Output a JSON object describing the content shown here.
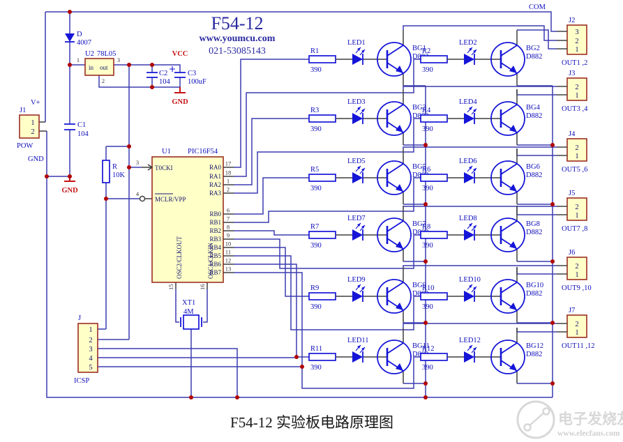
{
  "title_block": {
    "title": "F54-12",
    "website": "www.youmcu.com",
    "phone": "021-53085143"
  },
  "caption": "F54-12 实验板电路原理图",
  "watermark": {
    "name": "电子发烧友",
    "url": "www.elecfans.com"
  },
  "com_label": "COM",
  "colors": {
    "wire_blue": "#3b3bb0",
    "component_blue": "#1515d8",
    "part_fill_yellow": "#ffffc8",
    "part_stroke_brown": "#9b2d21",
    "junction_red": "#b00000",
    "net_label_red": "#c41414",
    "label_blue": "#0d0dbb",
    "watermark_gray": "#d8d8d8"
  },
  "power": {
    "vplus": "V+",
    "gnd": "GND",
    "vcc": "VCC",
    "plus": "+",
    "diode": {
      "ref": "D",
      "value": "4007"
    },
    "regulator": {
      "ref": "U2",
      "part": "78L05",
      "pin_in": "in",
      "pin_out": "out",
      "pins": [
        "1",
        "2",
        "3"
      ]
    },
    "c1": {
      "ref": "C1",
      "value": "104"
    },
    "c2": {
      "ref": "C2",
      "value": "104"
    },
    "c3": {
      "ref": "C3",
      "value": "100uF"
    },
    "j1": {
      "ref": "J1",
      "label": "POW",
      "pins": [
        "1",
        "2"
      ]
    },
    "r_pullup": {
      "ref": "R",
      "value": "10K"
    }
  },
  "mcu": {
    "ref": "U1",
    "part": "PIC16F54",
    "left_pins": [
      {
        "num": "3",
        "name": "T0CKI"
      },
      {
        "num": "4",
        "name": "MCLR/VPP"
      }
    ],
    "right_pins": [
      {
        "name": "RA0",
        "num": "17"
      },
      {
        "name": "RA1",
        "num": "18"
      },
      {
        "name": "RA2",
        "num": "1"
      },
      {
        "name": "RA3",
        "num": "2"
      },
      {
        "name": "RB0",
        "num": "6"
      },
      {
        "name": "RB1",
        "num": "7"
      },
      {
        "name": "RB2",
        "num": "8"
      },
      {
        "name": "RB3",
        "num": "9"
      },
      {
        "name": "RB4",
        "num": "10"
      },
      {
        "name": "RB5",
        "num": "11"
      },
      {
        "name": "RB6",
        "num": "12"
      },
      {
        "name": "RB7",
        "num": "13"
      }
    ],
    "bottom_pins": [
      {
        "num": "15",
        "name": "OSC2/CLKOUT"
      },
      {
        "num": "16",
        "name": "OSC1/CLKIN"
      }
    ]
  },
  "crystal": {
    "ref": "XT1",
    "value": "4M"
  },
  "icsp": {
    "ref": "J",
    "label": "ICSP",
    "pins": [
      "1",
      "2",
      "3",
      "4",
      "5"
    ]
  },
  "drivers": [
    {
      "r": "R1",
      "r_value": "390",
      "led": "LED1",
      "bg": "BG1",
      "part": "D882"
    },
    {
      "r": "R2",
      "r_value": "390",
      "led": "LED2",
      "bg": "BG2",
      "part": "D882"
    },
    {
      "r": "R3",
      "r_value": "390",
      "led": "LED3",
      "bg": "BG3",
      "part": "D882"
    },
    {
      "r": "R4",
      "r_value": "390",
      "led": "LED4",
      "bg": "BG4",
      "part": "D882"
    },
    {
      "r": "R5",
      "r_value": "390",
      "led": "LED5",
      "bg": "BG5",
      "part": "D882"
    },
    {
      "r": "R6",
      "r_value": "390",
      "led": "LED6",
      "bg": "BG6",
      "part": "D882"
    },
    {
      "r": "R7",
      "r_value": "390",
      "led": "LED7",
      "bg": "BG7",
      "part": "D882"
    },
    {
      "r": "R8",
      "r_value": "390",
      "led": "LED8",
      "bg": "BG8",
      "part": "D882"
    },
    {
      "r": "R9",
      "r_value": "390",
      "led": "LED9",
      "bg": "BG9",
      "part": "D882"
    },
    {
      "r": "R10",
      "r_value": "390",
      "led": "LED10",
      "bg": "BG10",
      "part": "D882"
    },
    {
      "r": "R11",
      "r_value": "390",
      "led": "LED11",
      "bg": "BG11",
      "part": "D882"
    },
    {
      "r": "R12",
      "r_value": "390",
      "led": "LED12",
      "bg": "BG12",
      "part": "D882"
    }
  ],
  "connectors": [
    {
      "ref": "J2",
      "pins": [
        "3",
        "2",
        "1"
      ],
      "label": "OUT1 ,2"
    },
    {
      "ref": "J3",
      "pins": [
        "2",
        "1"
      ],
      "label": "OUT3 ,4"
    },
    {
      "ref": "J4",
      "pins": [
        "2",
        "1"
      ],
      "label": "OUT5 ,6"
    },
    {
      "ref": "J5",
      "pins": [
        "2",
        "1"
      ],
      "label": "OUT7 ,8"
    },
    {
      "ref": "J6",
      "pins": [
        "2",
        "1"
      ],
      "label": "OUT9 ,10"
    },
    {
      "ref": "J7",
      "pins": [
        "2",
        "1"
      ],
      "label": "OUT11 ,12"
    }
  ]
}
